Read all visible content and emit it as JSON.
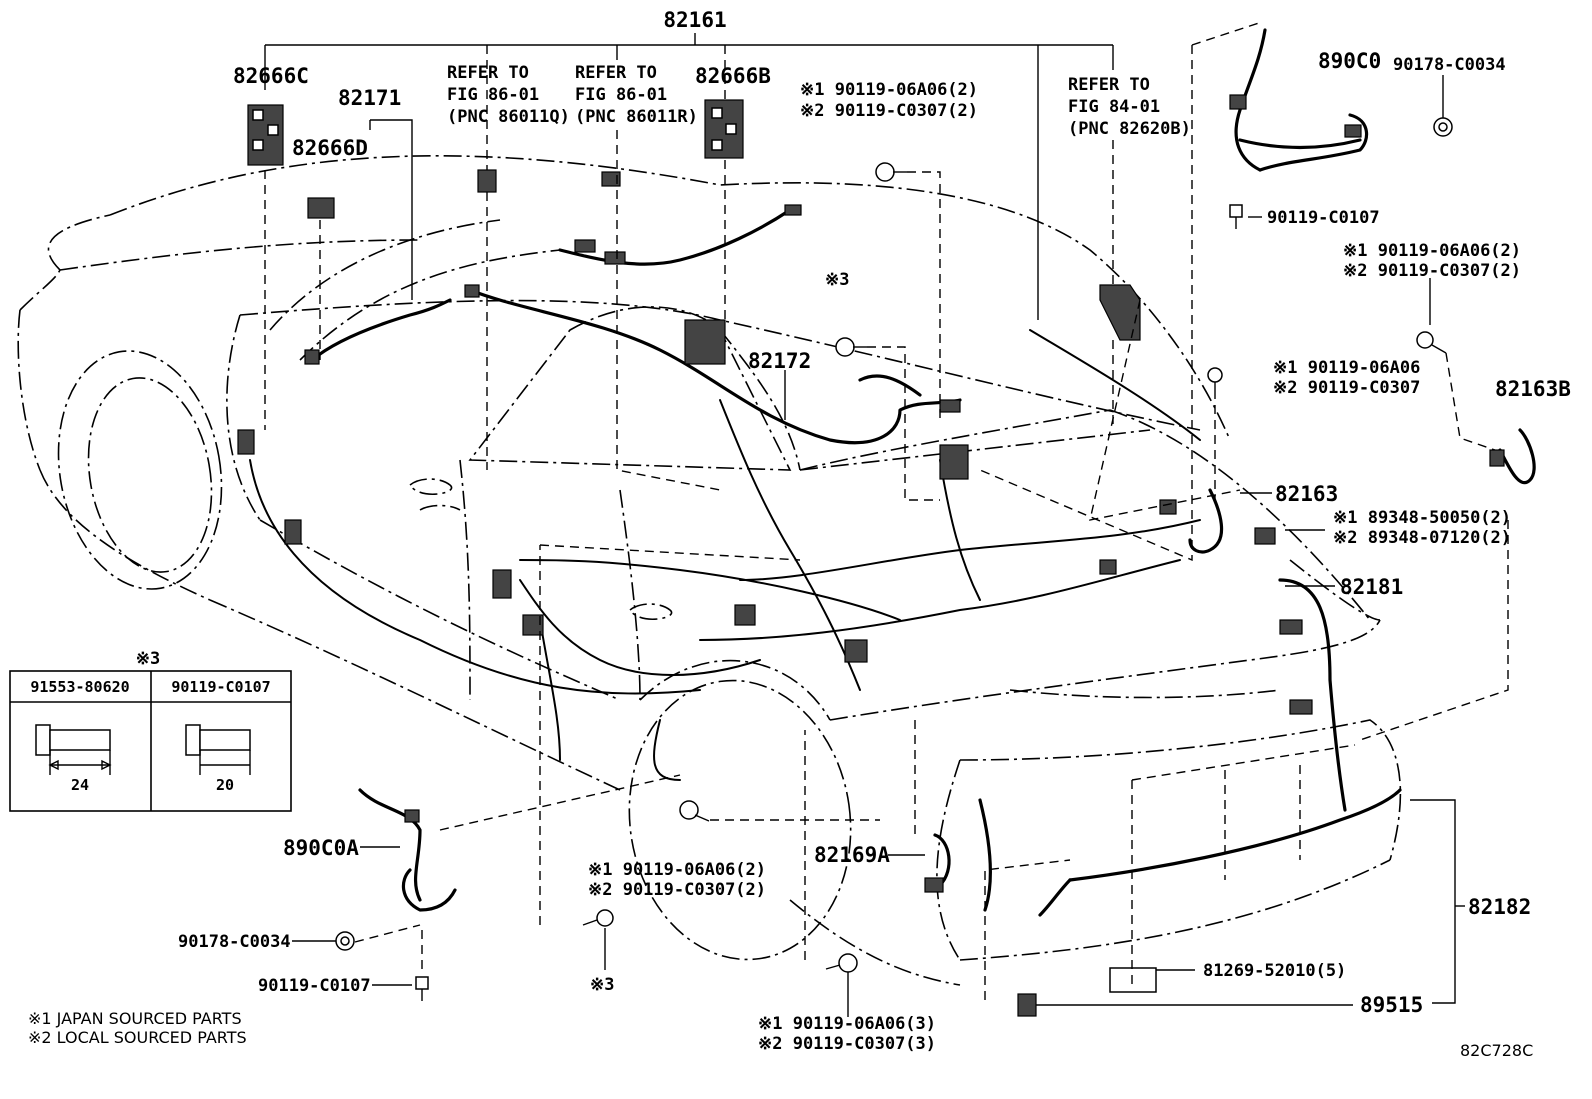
{
  "labels": {
    "p82161": "82161",
    "p82666C": "82666C",
    "p82171": "82171",
    "p82666D": "82666D",
    "ref1": [
      "REFER TO",
      "FIG 86-01",
      "(PNC 86011Q)"
    ],
    "ref2": [
      "REFER TO",
      "FIG 86-01",
      "(PNC 86011R)"
    ],
    "p82666B": "82666B",
    "bolt_top": [
      "※1 90119-06A06(2)",
      "※2 90119-C0307(2)"
    ],
    "ref3": [
      "REFER TO",
      "FIG 84-01",
      "(PNC 82620B)"
    ],
    "p890C0": "890C0",
    "p90178_tr": "90178-C0034",
    "p90119_tr": "90119-C0107",
    "bolt_right": [
      "※1 90119-06A06(2)",
      "※2 90119-C0307(2)"
    ],
    "mark3_top": "※3",
    "p82172": "82172",
    "bolt_mid": [
      "※1 90119-06A06",
      "※2 90119-C0307"
    ],
    "p82163B": "82163B",
    "p82163": "82163",
    "clip_right": [
      "※1 89348-50050(2)",
      "※2 89348-07120(2)"
    ],
    "p82181": "82181",
    "p82182": "82182",
    "p890C0A": "890C0A",
    "p90178_bl": "90178-C0034",
    "p90119_bl": "90119-C0107",
    "bolt_wheel": [
      "※1 90119-06A06(2)",
      "※2 90119-C0307(2)"
    ],
    "mark3_bottom": "※3",
    "p82169A": "82169A",
    "bolt_bottom": [
      "※1 90119-06A06(3)",
      "※2 90119-C0307(3)"
    ],
    "p81269": "81269-52010(5)",
    "p89515": "89515",
    "fig_code": "82C728C"
  },
  "inset_table": {
    "mark": "※3",
    "columns": [
      "91553-80620",
      "90119-C0107"
    ],
    "dims": [
      "24",
      "20"
    ]
  },
  "footnotes": [
    "※1 JAPAN SOURCED PARTS",
    "※2 LOCAL SOURCED PARTS"
  ]
}
